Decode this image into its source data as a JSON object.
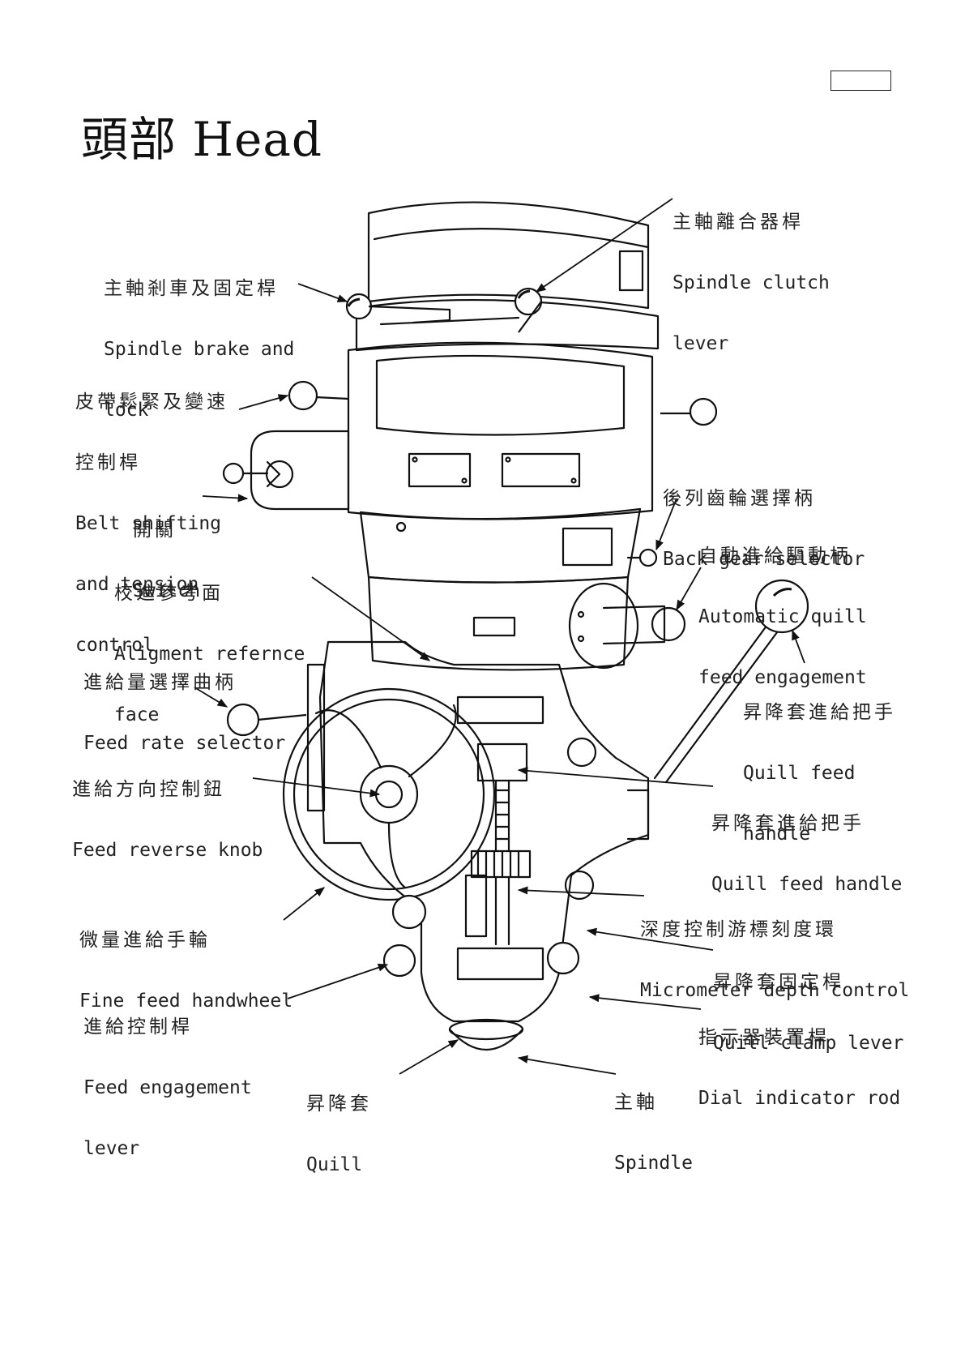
{
  "header": {
    "title": "頭部 Head"
  },
  "labels": {
    "spindle_clutch": {
      "zh": "主軸離合器桿",
      "en": [
        "Spindle clutch",
        "lever"
      ]
    },
    "spindle_brake": {
      "zh": "主軸剎車及固定桿",
      "en": [
        "Spindle brake and",
        "lock"
      ]
    },
    "belt_shifting": {
      "zh": [
        "皮帶鬆緊及變速",
        "控制桿"
      ],
      "en": [
        "Belt shifting",
        "and tension",
        "control"
      ]
    },
    "switch": {
      "zh": "開關",
      "en": [
        "Switch"
      ]
    },
    "back_gear": {
      "zh": "後列齒輪選擇柄",
      "en": [
        "Back gear selector"
      ]
    },
    "auto_quill": {
      "zh": "自動進給驅動柄",
      "en": [
        "Automatic quill",
        "feed engagement"
      ]
    },
    "alignment": {
      "zh": "校進參考面",
      "en": [
        "Aligment refernce",
        "face"
      ]
    },
    "feed_rate": {
      "zh": "進給量選擇曲柄",
      "en": [
        "Feed rate selector"
      ]
    },
    "quill_feed_handle_top": {
      "zh": "昇降套進給把手",
      "en": [
        "Quill feed",
        "handle"
      ]
    },
    "feed_reverse": {
      "zh": "進給方向控制鈕",
      "en": [
        "Feed reverse knob"
      ]
    },
    "quill_feed_handle_mid": {
      "zh": "昇降套進給把手",
      "en": [
        "Quill feed handle"
      ]
    },
    "micrometer": {
      "zh": "深度控制游標刻度環",
      "en": [
        "Micrometer depth control"
      ]
    },
    "fine_feed": {
      "zh": "微量進給手輪",
      "en": [
        "Fine feed handwheel"
      ]
    },
    "quill_clamp": {
      "zh": "昇降套固定桿",
      "en": [
        "Quill clamp lever"
      ]
    },
    "feed_engagement": {
      "zh": "進給控制桿",
      "en": [
        "Feed engagement",
        "lever"
      ]
    },
    "dial_indicator": {
      "zh": "指示器裝置桿",
      "en": [
        "Dial indicator rod"
      ]
    },
    "quill": {
      "zh": "昇降套",
      "en": [
        "Quill"
      ]
    },
    "spindle": {
      "zh": "主軸",
      "en": [
        "Spindle"
      ]
    }
  }
}
